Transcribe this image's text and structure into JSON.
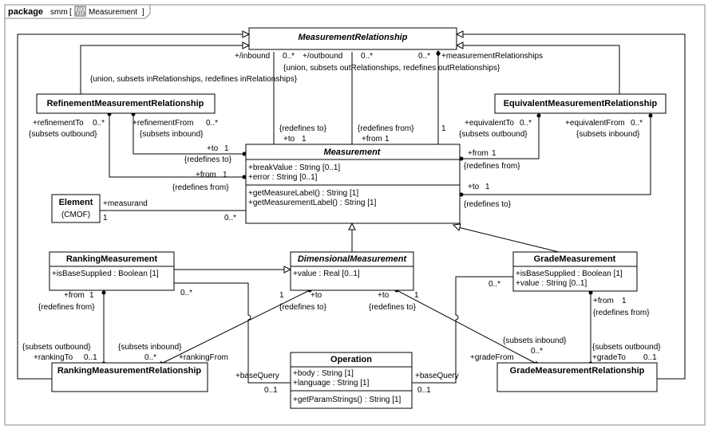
{
  "frame": {
    "keyword": "package",
    "name": "smm",
    "bracket_open": "[",
    "bracket_close": "]",
    "diagram": "Measurement",
    "icon": "class-diagram-icon"
  },
  "classes": {
    "measurement_relationship": {
      "name": "MeasurementRelationship"
    },
    "refinement_measurement_relationship": {
      "name": "RefinementMeasurementRelationship"
    },
    "equivalent_measurement_relationship": {
      "name": "EquivalentMeasurementRelationship"
    },
    "measurement": {
      "name": "Measurement",
      "attributes": [
        "+breakValue : String [0..1]",
        "+error : String [0..1]"
      ],
      "operations": [
        "+getMeasureLabel() : String [1]",
        "+getMeasurementLabel() : String [1]"
      ]
    },
    "element": {
      "name": "Element",
      "stereotype": "(CMOF)"
    },
    "ranking_measurement": {
      "name": "RankingMeasurement",
      "attributes": [
        "+isBaseSupplied : Boolean [1]"
      ]
    },
    "dimensional_measurement": {
      "name": "DimensionalMeasurement",
      "attributes": [
        "+value : Real [0..1]"
      ]
    },
    "grade_measurement": {
      "name": "GradeMeasurement",
      "attributes": [
        "+isBaseSupplied : Boolean [1]",
        "+value : String [0..1]"
      ]
    },
    "operation": {
      "name": "Operation",
      "attributes": [
        "+body : String [1]",
        "+language : String [1]"
      ],
      "operations": [
        "+getParamStrings() : String [1]"
      ]
    },
    "ranking_measurement_relationship": {
      "name": "RankingMeasurementRelationship"
    },
    "grade_measurement_relationship": {
      "name": "GradeMeasurementRelationship"
    }
  },
  "labels": {
    "inbound": "+/inbound",
    "inbound_mult": "0..*",
    "outbound": "+/outbound",
    "outbound_mult": "0..*",
    "mr_mult": "0..*",
    "measurement_relationships": "+measurementRelationships",
    "union_in": "{union, subsets inRelationships, redefines inRelationships}",
    "union_out": "{union, subsets outRelationships, redefines outRelationships}",
    "refinement_to": "+refinementTo",
    "refinement_to_mult": "0..*",
    "subsets_outbound_1": "{subsets outbound}",
    "refinement_from": "+refinementFrom",
    "refinement_from_mult": "0..*",
    "subsets_inbound_1": "{subsets inbound}",
    "redefines_to_1": "{redefines to}",
    "to_1": "+to",
    "to_1_mult": "1",
    "redefines_from_1": "{redefines from}",
    "from_1": "+from",
    "from_1_mult": "1",
    "redefines_to_top": "{redefines to}",
    "to_top": "+to",
    "to_top_mult": "1",
    "redefines_from_top": "{redefines from}",
    "from_top": "+from",
    "from_top_mult": "1",
    "mr_end_mult": "1",
    "redefines_to_2": "{redefines to}",
    "to_2": "+to",
    "to_2_mult": "1",
    "redefines_from_2": "{redefines from}",
    "from_2": "+from",
    "from_2_mult": "1",
    "from_2_line2": "{redefines from}",
    "equivalent_to": "+equivalentTo",
    "equivalent_to_mult": "0..*",
    "subsets_outbound_2": "{subsets outbound}",
    "equivalent_from": "+equivalentFrom",
    "equivalent_from_mult": "0..*",
    "subsets_inbound_2": "{subsets inbound}",
    "to_3": "+to",
    "to_3_mult": "1",
    "redefines_to_3": "{redefines to}",
    "measurand": "+measurand",
    "measurand_mult": "0..*",
    "element_mult": "1",
    "rm_mult": "0..*",
    "rm_from": "+from",
    "rm_from_mult": "1",
    "rm_redefines_from": "{redefines from}",
    "dm_1": "1",
    "dm_to": "+to",
    "dm_redefines_to": "{redefines to}",
    "dm_to_2": "+to",
    "dm_1_b": "1",
    "dm_redefines_to_2": "{redefines to}",
    "gm_mult": "0..*",
    "gm_from": "+from",
    "gm_from_mult": "1",
    "gm_redefines_from": "{redefines from}",
    "rmr_subsets_outbound": "{subsets outbound}",
    "rmr_ranking_to": "+rankingTo",
    "rmr_ranking_to_mult": "0..1",
    "rmr_subsets_inbound": "{subsets inbound}",
    "rmr_ranking_from_mult": "0..*",
    "rmr_ranking_from": "+rankingFrom",
    "gmr_subsets_inbound": "{subsets inbound}",
    "gmr_grade_from": "+gradeFrom",
    "gmr_grade_from_mult": "0..*",
    "gmr_subsets_outbound": "{subsets outbound}",
    "gmr_grade_to": "+gradeTo",
    "gmr_grade_to_mult": "0..1",
    "base_query_left": "+baseQuery",
    "base_query_left_mult": "0..1",
    "base_query_right": "+baseQuery",
    "base_query_right_mult": "0..1"
  }
}
